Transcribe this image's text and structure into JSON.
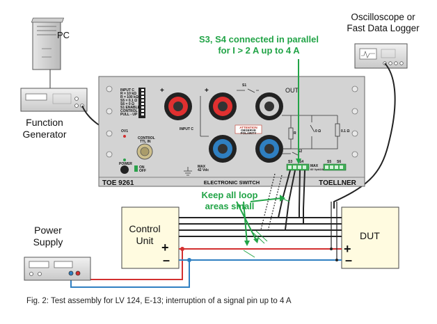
{
  "labels": {
    "pc": "PC",
    "function_generator": [
      "Function",
      "Generator"
    ],
    "oscilloscope": [
      "Oscilloscope or",
      "Fast Data Logger"
    ],
    "power_supply": [
      "Power",
      "Supply"
    ],
    "control_unit": [
      "Control",
      "Unit"
    ],
    "dut": "DUT",
    "parallel_note": [
      "S3, S4 connected in parallel",
      "for I > 2 A up to 4 A"
    ],
    "loop_note": [
      "Keep all loop",
      "areas small"
    ],
    "plus": "+",
    "minus": "–"
  },
  "panel": {
    "brand_left": "TOE 9261",
    "title": "ELECTRONIC SWITCH",
    "brand_right": "TOELLNER",
    "out": "OUT",
    "input_c": "INPUT C",
    "ov1": "OV1",
    "control": "CONTROL",
    "ttl_in": "TTL IN",
    "power": "POWER",
    "on": "ON",
    "off": "OFF",
    "attention": [
      "ATTENTION",
      "OBSERVE",
      "POLARITY"
    ],
    "max_v": [
      "MAX",
      "42 Vdc"
    ],
    "max_s": [
      "MAX",
      "60 Vpk/2A"
    ],
    "dip": [
      "INPUT C",
      "R = 10 kΩ",
      "R = 100 kΩ",
      "S5 = 0.1 Ω",
      "S6 = 0 Ω",
      "S1 ENABLE",
      "CONTROL",
      "PULL - UP"
    ],
    "s1": "S1",
    "s2": "S2",
    "r": "R",
    "zero": "0 Ω",
    "zero_one": "0.1 Ω",
    "s3": "S3",
    "s4": "S4",
    "s5": "S5",
    "s6": "S6"
  },
  "caption": "Fig. 2:    Test assembly for LV 124, E-13; interruption of a signal pin up to 4 A",
  "colors": {
    "green": "#22a447",
    "red": "#d32f2f",
    "blue": "#2f7fc1",
    "panel": "#d3d3d3"
  }
}
